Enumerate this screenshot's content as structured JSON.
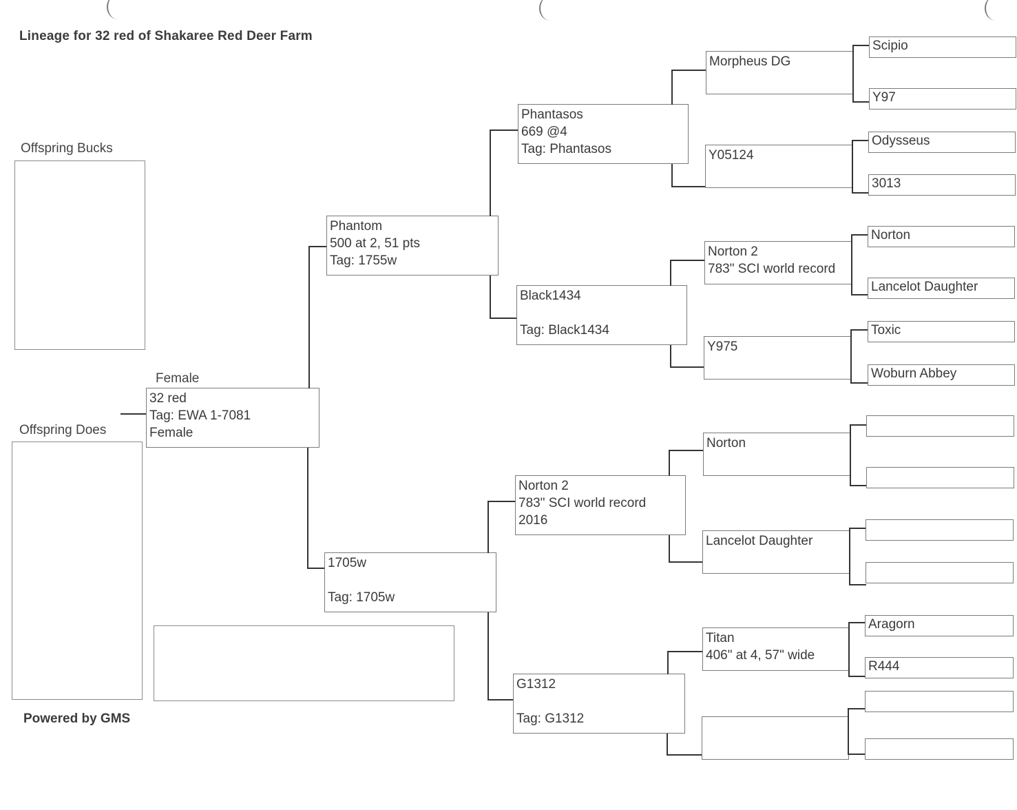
{
  "page": {
    "title": "Lineage for 32 red of Shakaree Red Deer Farm",
    "footer": "Powered by GMS"
  },
  "offspring": {
    "bucks_label": "Offspring Bucks",
    "does_label": "Offspring Does"
  },
  "subject": {
    "sex_label": "Female",
    "name": "32 red",
    "tag": "Tag: EWA 1-7081",
    "sex": "Female"
  },
  "generation1": {
    "sire": {
      "name": "Phantom",
      "info": "500 at 2, 51 pts",
      "tag": "Tag: 1755w"
    },
    "dam": {
      "name": "1705w",
      "info": "",
      "tag": "Tag: 1705w"
    }
  },
  "generation2": {
    "sire_sire": {
      "name": "Phantasos",
      "info": "669 @4",
      "tag": "Tag: Phantasos"
    },
    "sire_dam": {
      "name": "Black1434",
      "info": "",
      "tag": "Tag: Black1434"
    },
    "dam_sire": {
      "name": "Norton 2",
      "info": "783\" SCI world record",
      "tag": "2016"
    },
    "dam_dam": {
      "name": "G1312",
      "info": "",
      "tag": "Tag: G1312"
    }
  },
  "generation3": [
    {
      "name": "Morpheus DG",
      "info": ""
    },
    {
      "name": "Y05124",
      "info": ""
    },
    {
      "name": "Norton 2",
      "info": "783\" SCI world record"
    },
    {
      "name": "Y975",
      "info": ""
    },
    {
      "name": "Norton",
      "info": ""
    },
    {
      "name": "Lancelot Daughter",
      "info": ""
    },
    {
      "name": "Titan",
      "info": "406\" at 4, 57\" wide"
    },
    {
      "name": "",
      "info": ""
    }
  ],
  "generation4": [
    {
      "name": "Scipio"
    },
    {
      "name": "Y97"
    },
    {
      "name": "Odysseus"
    },
    {
      "name": "3013"
    },
    {
      "name": "Norton"
    },
    {
      "name": "Lancelot Daughter"
    },
    {
      "name": "Toxic"
    },
    {
      "name": "Woburn Abbey"
    },
    {
      "name": ""
    },
    {
      "name": ""
    },
    {
      "name": ""
    },
    {
      "name": ""
    },
    {
      "name": "Aragorn"
    },
    {
      "name": "R444"
    },
    {
      "name": ""
    },
    {
      "name": ""
    }
  ]
}
